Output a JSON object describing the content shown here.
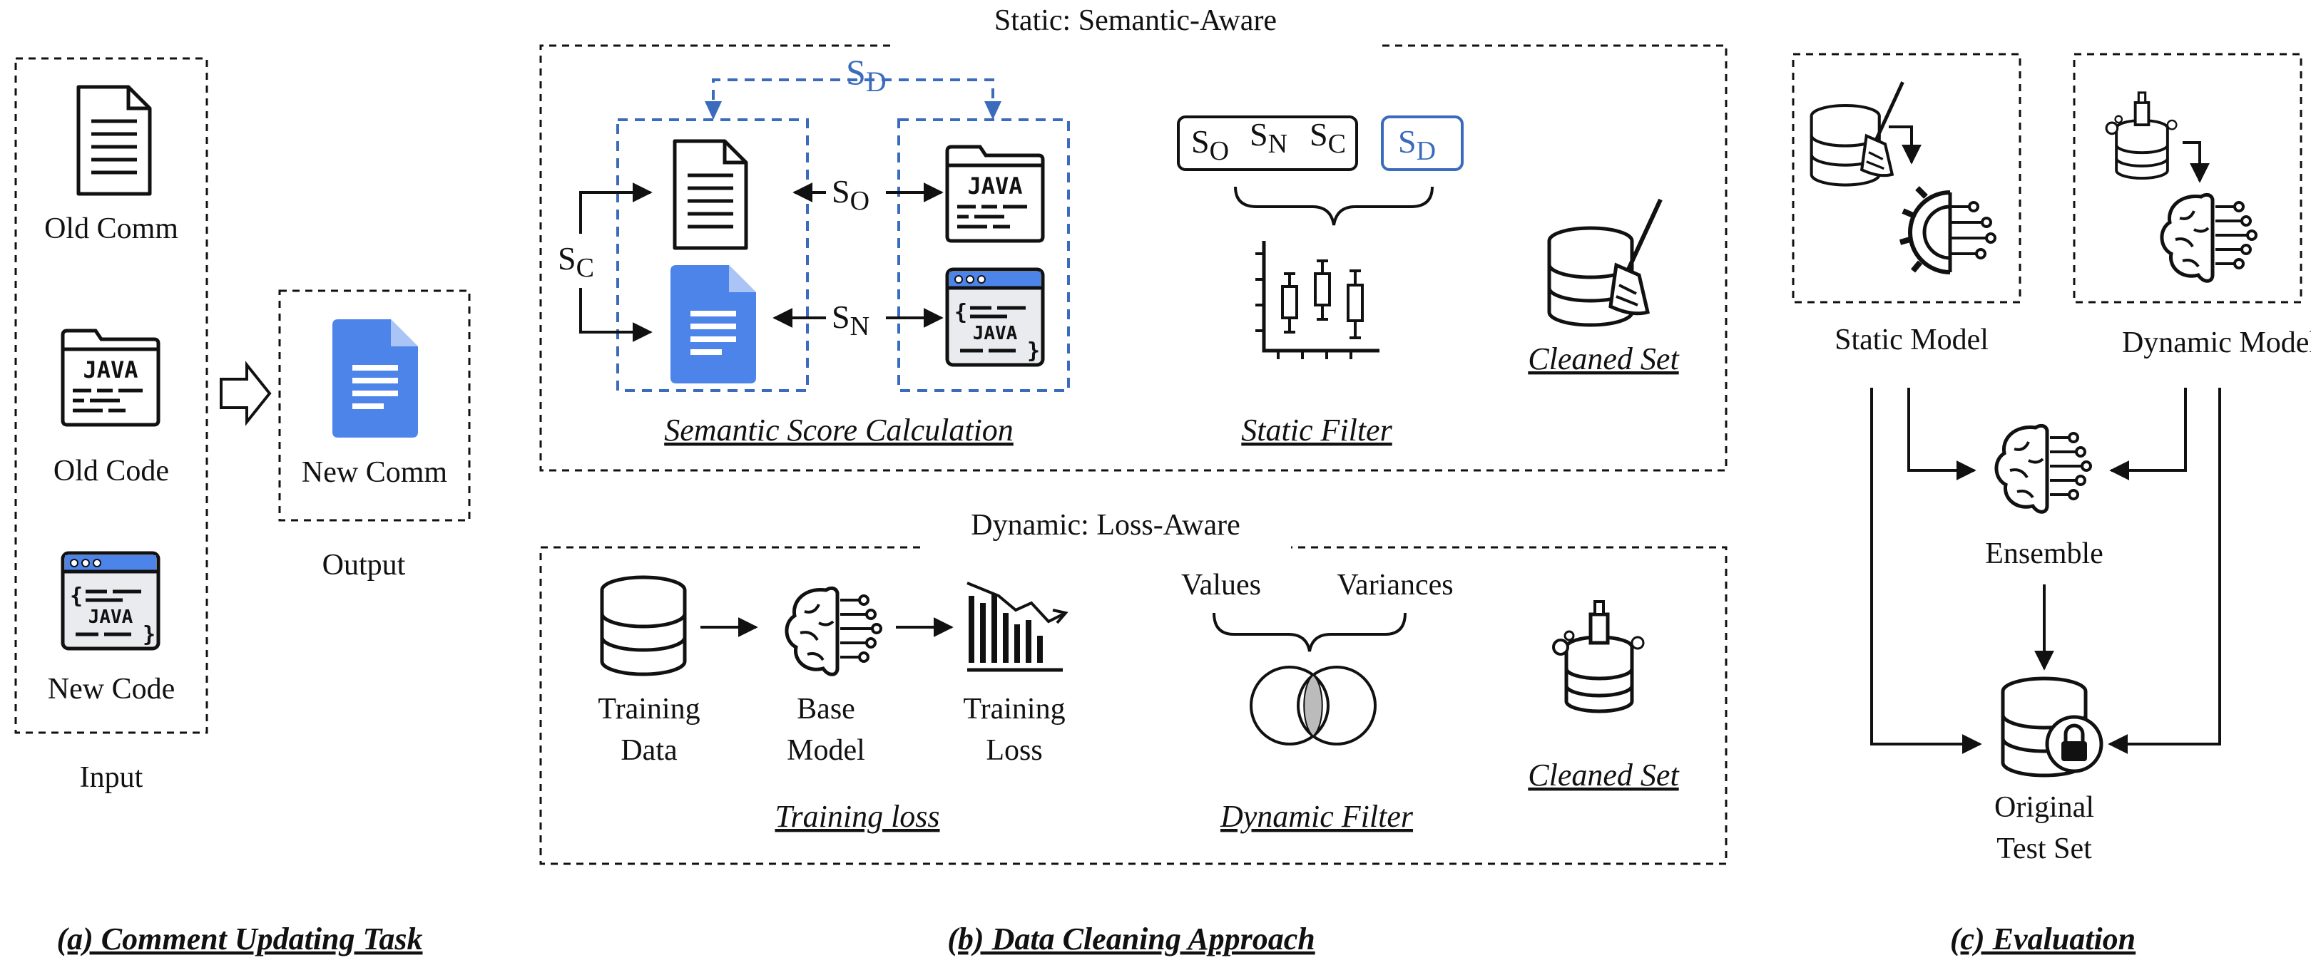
{
  "colors": {
    "blue": "#3a6bbd",
    "doc_blue": "#4c84ea",
    "ink": "#111111"
  },
  "panel_a": {
    "input_items": [
      {
        "label": "Old Comm",
        "icon": "document-icon"
      },
      {
        "label": "Old Code",
        "icon": "java-file-icon"
      },
      {
        "label": "New Code",
        "icon": "java-window-icon"
      }
    ],
    "input_label": "Input",
    "output_item": {
      "label": "New Comm",
      "icon": "google-doc-icon"
    },
    "output_label": "Output",
    "caption": "(a) Comment Updating Task"
  },
  "panel_b": {
    "static_title": "Static: Semantic-Aware",
    "semantic_arrows": {
      "top": "S",
      "top_sub": "D",
      "middle": "S",
      "middle_sub": "O",
      "bottom": "S",
      "bottom_sub": "N",
      "left": "S",
      "left_sub": "C"
    },
    "semantic_caption": "Semantic Score Calculation",
    "scores_box": [
      {
        "s": "S",
        "sub": "O"
      },
      {
        "s": "S",
        "sub": "N"
      },
      {
        "s": "S",
        "sub": "C"
      }
    ],
    "score_d": {
      "s": "S",
      "sub": "D"
    },
    "static_filter": "Static Filter",
    "cleaned_set_static": "Cleaned Set",
    "dynamic_title": "Dynamic: Loss-Aware",
    "training_data": [
      "Training",
      "Data"
    ],
    "base_model": [
      "Base",
      "Model"
    ],
    "training_loss_label": [
      "Training",
      "Loss"
    ],
    "training_loss_caption": "Training loss",
    "values": "Values",
    "variances": "Variances",
    "dynamic_filter": "Dynamic Filter",
    "cleaned_set_dynamic": "Cleaned Set",
    "caption": "(b) Data Cleaning Approach"
  },
  "panel_c": {
    "static_model": "Static Model",
    "dynamic_model": "Dynamic Model",
    "ensemble": "Ensemble",
    "test_set": [
      "Original",
      "Test Set"
    ],
    "caption": "(c) Evaluation"
  }
}
